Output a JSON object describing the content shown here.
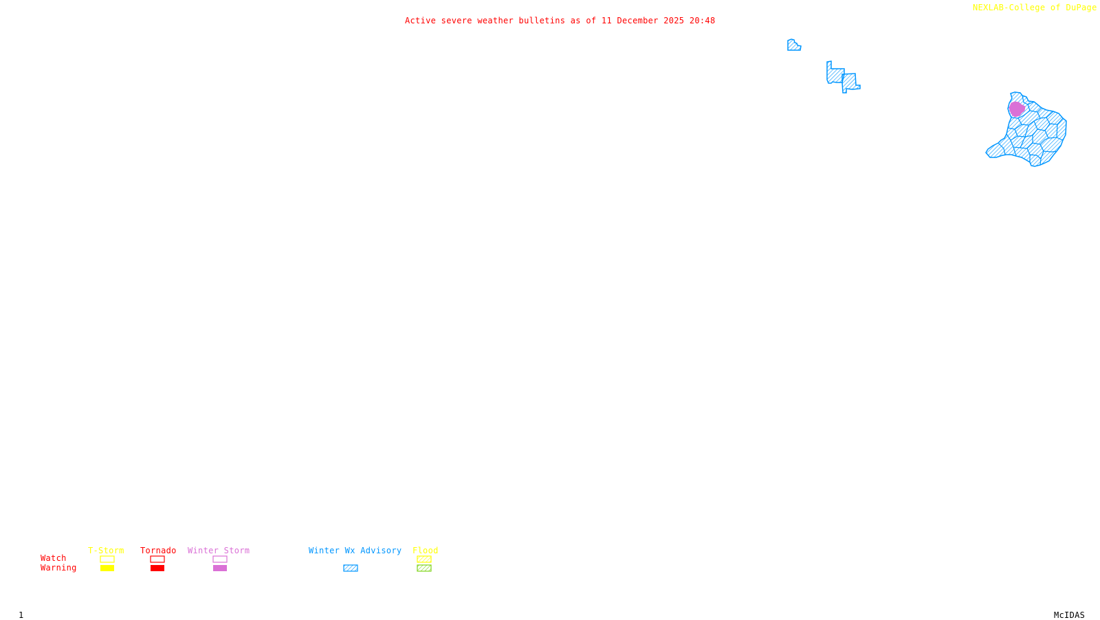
{
  "header": {
    "title": "Active severe weather bulletins as of 11 December 2025 20:48",
    "credit": "NEXLAB-College of DuPage ©",
    "title_color": "#ff0000",
    "credit_color": "#ffff00"
  },
  "legend": {
    "row_labels": {
      "watch": "Watch",
      "warning": "Warning",
      "color": "#ff0000"
    },
    "columns": [
      {
        "label": "T-Storm",
        "color": "#ffff00",
        "watch": "outline",
        "warning": "solid",
        "warning_color": "#ffff00"
      },
      {
        "label": "Tornado",
        "color": "#ff0000",
        "watch": "outline",
        "warning": "solid",
        "warning_color": "#ff0000"
      },
      {
        "label": "Winter Storm",
        "color": "#da70d6",
        "watch": "outline",
        "warning": "solid",
        "warning_color": "#da70d6"
      },
      {
        "label": "Winter Wx Advisory",
        "color": "#0096ff",
        "watch": "none",
        "warning": "hatched",
        "warning_color": "#0096ff"
      },
      {
        "label": "Flood",
        "color": "#ffff00",
        "watch": "hatched",
        "warning": "hatched",
        "warning_color": "#7fd41a"
      }
    ]
  },
  "map": {
    "active_alerts": [
      {
        "type": "Winter Wx Advisory",
        "style": "hatched",
        "color": "#0096ff",
        "area": "small-north"
      },
      {
        "type": "Winter Wx Advisory",
        "style": "hatched",
        "color": "#0096ff",
        "area": "central-pair"
      },
      {
        "type": "Winter Wx Advisory",
        "style": "hatched",
        "color": "#0096ff",
        "area": "east-cluster"
      },
      {
        "type": "Winter Storm Warning",
        "style": "solid",
        "color": "#da70d6",
        "area": "east-cluster-northwest"
      }
    ]
  },
  "footer": {
    "frame_number": "1",
    "software": "McIDAS"
  }
}
